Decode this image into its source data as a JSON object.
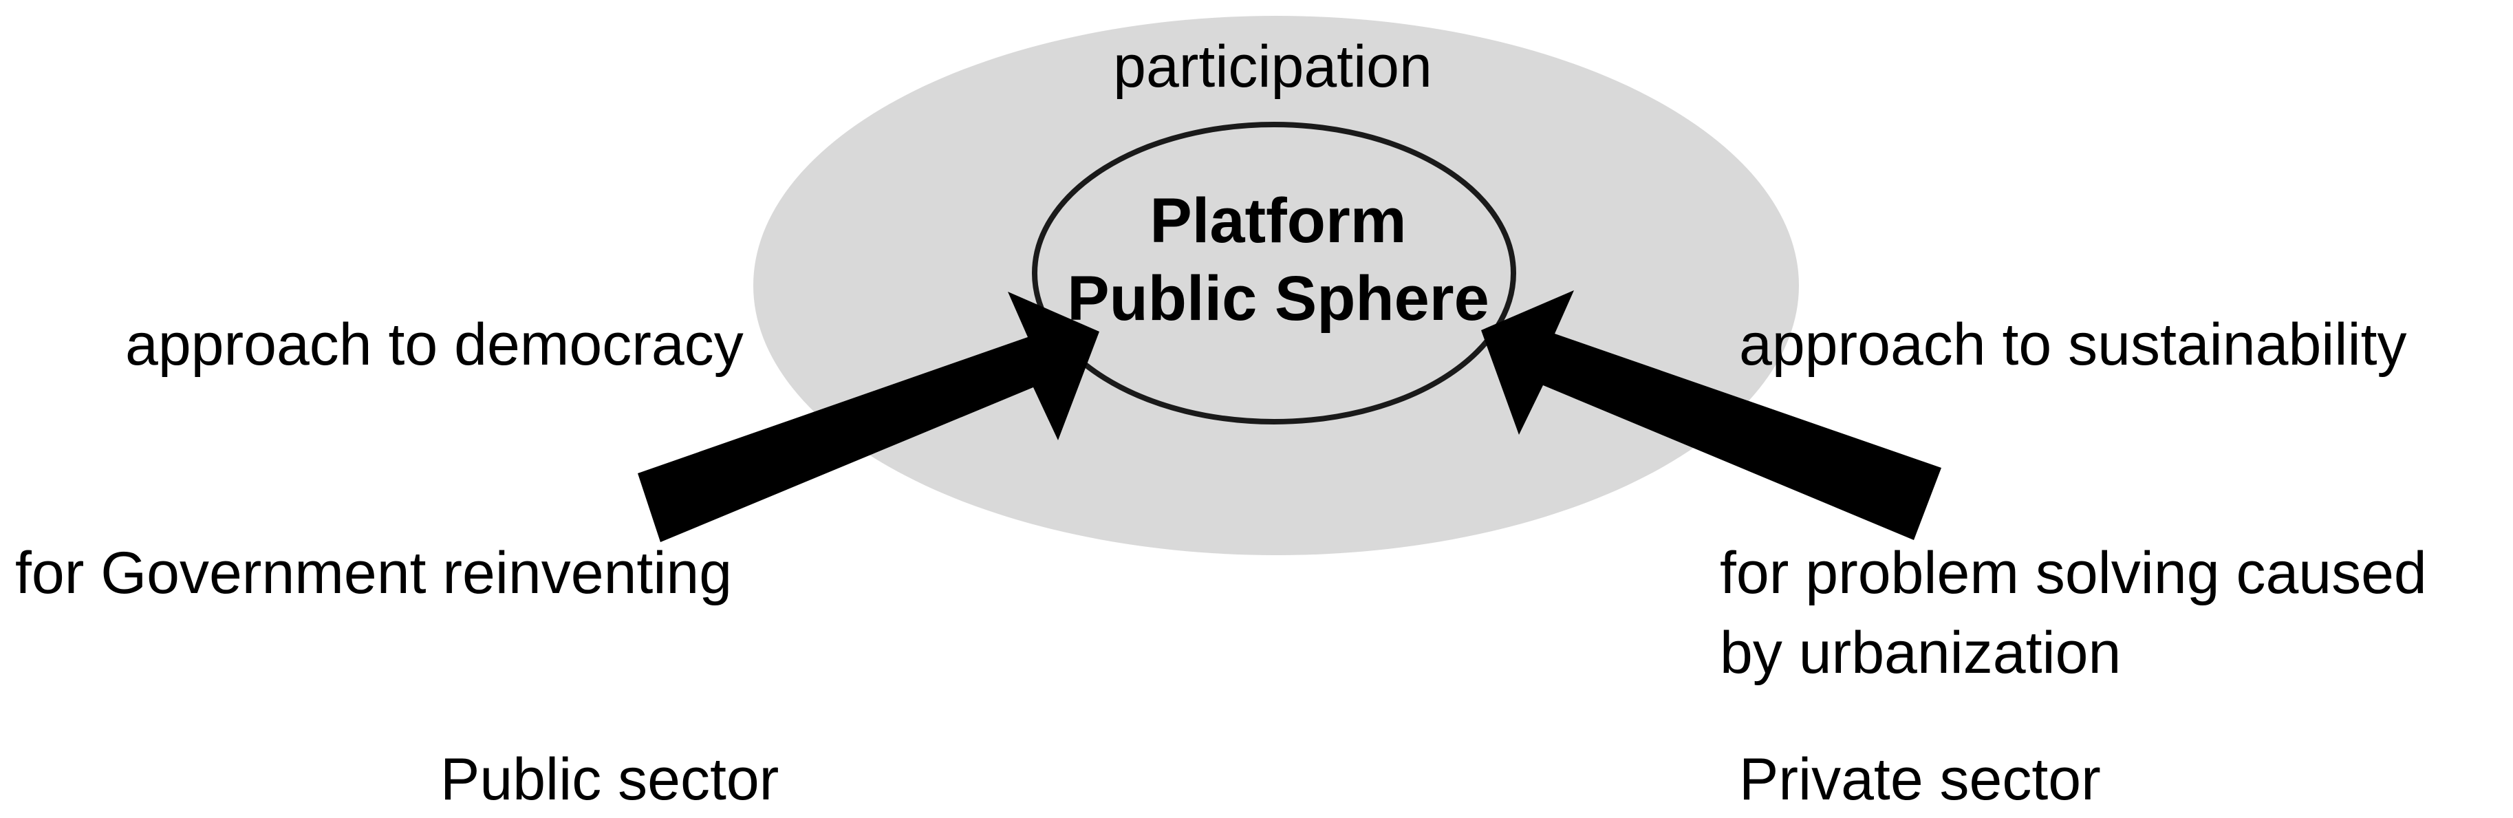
{
  "diagram": {
    "outer_label": "participation",
    "center_title_line1": "Platform",
    "center_title_line2": "Public Sphere",
    "left": {
      "approach": "approach to democracy",
      "purpose": "for Government reinventing",
      "sector": "Public sector"
    },
    "right": {
      "approach": "approach to sustainability",
      "purpose_line1": "for problem solving caused",
      "purpose_line2": "by urbanization",
      "sector": "Private sector"
    }
  },
  "colors": {
    "outer_ellipse_fill": "#d9d9d9",
    "inner_ellipse_stroke": "#1a1a1a",
    "arrow_fill": "#000000",
    "text": "#000000"
  }
}
